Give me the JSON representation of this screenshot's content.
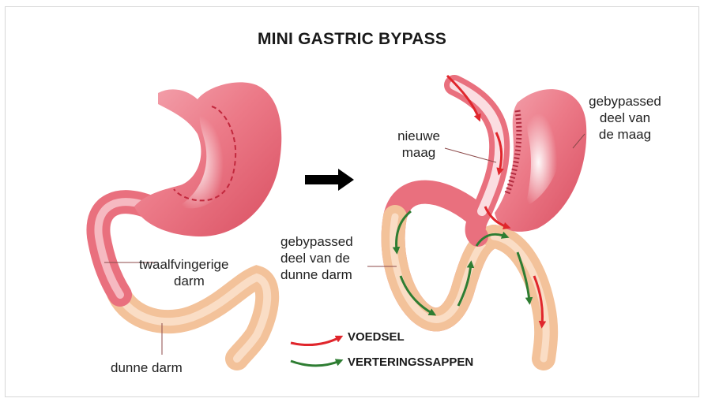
{
  "title": "MINI GASTRIC BYPASS",
  "labels": {
    "duodenum": [
      "twaalfvingerige",
      "darm"
    ],
    "small_intestine": "dunne darm",
    "new_stomach": [
      "nieuwe",
      "maag"
    ],
    "bypassed_stomach": [
      "gebypassed",
      "deel van",
      "de maag"
    ],
    "bypassed_intestine": [
      "gebypassed",
      "deel van de",
      "dunne darm"
    ]
  },
  "legend": [
    {
      "label": "VOEDSEL",
      "color": "#e0262c"
    },
    {
      "label": "VERTERINGSSAPPEN",
      "color": "#2e7d32"
    }
  ],
  "colors": {
    "stomach": "#e9707e",
    "stomach_light": "#f8d0d6",
    "intestine": "#f3c29a",
    "food_arrow": "#e0262c",
    "juice_arrow": "#2e7d32",
    "transition_arrow": "#000000"
  }
}
